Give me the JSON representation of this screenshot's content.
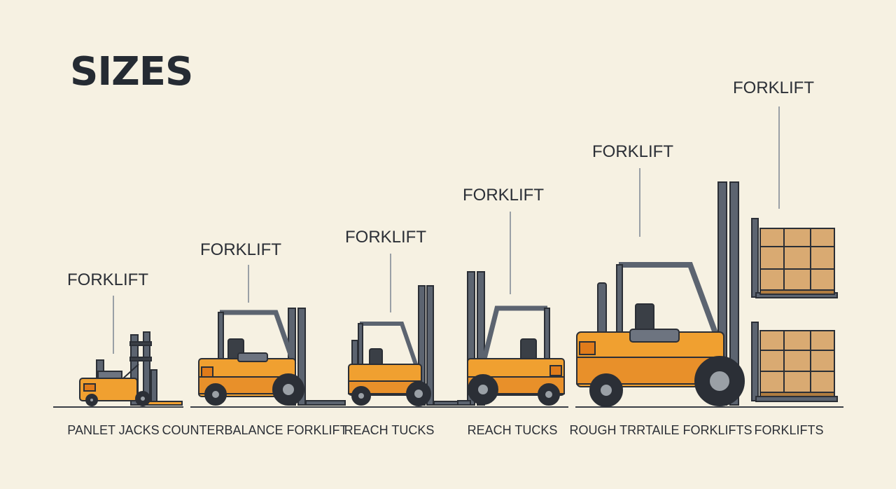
{
  "title": "SIZES",
  "colors": {
    "background": "#f6f1e2",
    "body_orange": "#f0a030",
    "mast_gray": "#5c6470",
    "outline": "#2b2f36",
    "crate": "#d9aa72"
  },
  "callouts": [
    {
      "label": "FORKLIFT"
    },
    {
      "label": "FORKLIFT"
    },
    {
      "label": "FORKLIFT"
    },
    {
      "label": "FORKLIFT"
    },
    {
      "label": "FORKLIFT"
    },
    {
      "label": "FORKLIFT"
    }
  ],
  "captions": [
    {
      "label": "PANLET JACKS"
    },
    {
      "label": "COUNTERBALANCE FORKLIFT"
    },
    {
      "label": "REACH TUCKS"
    },
    {
      "label": "REACH TUCKS"
    },
    {
      "label": "ROUGH TRRTAILE FORKLIFTS"
    },
    {
      "label": "FORKLIFTS"
    }
  ]
}
